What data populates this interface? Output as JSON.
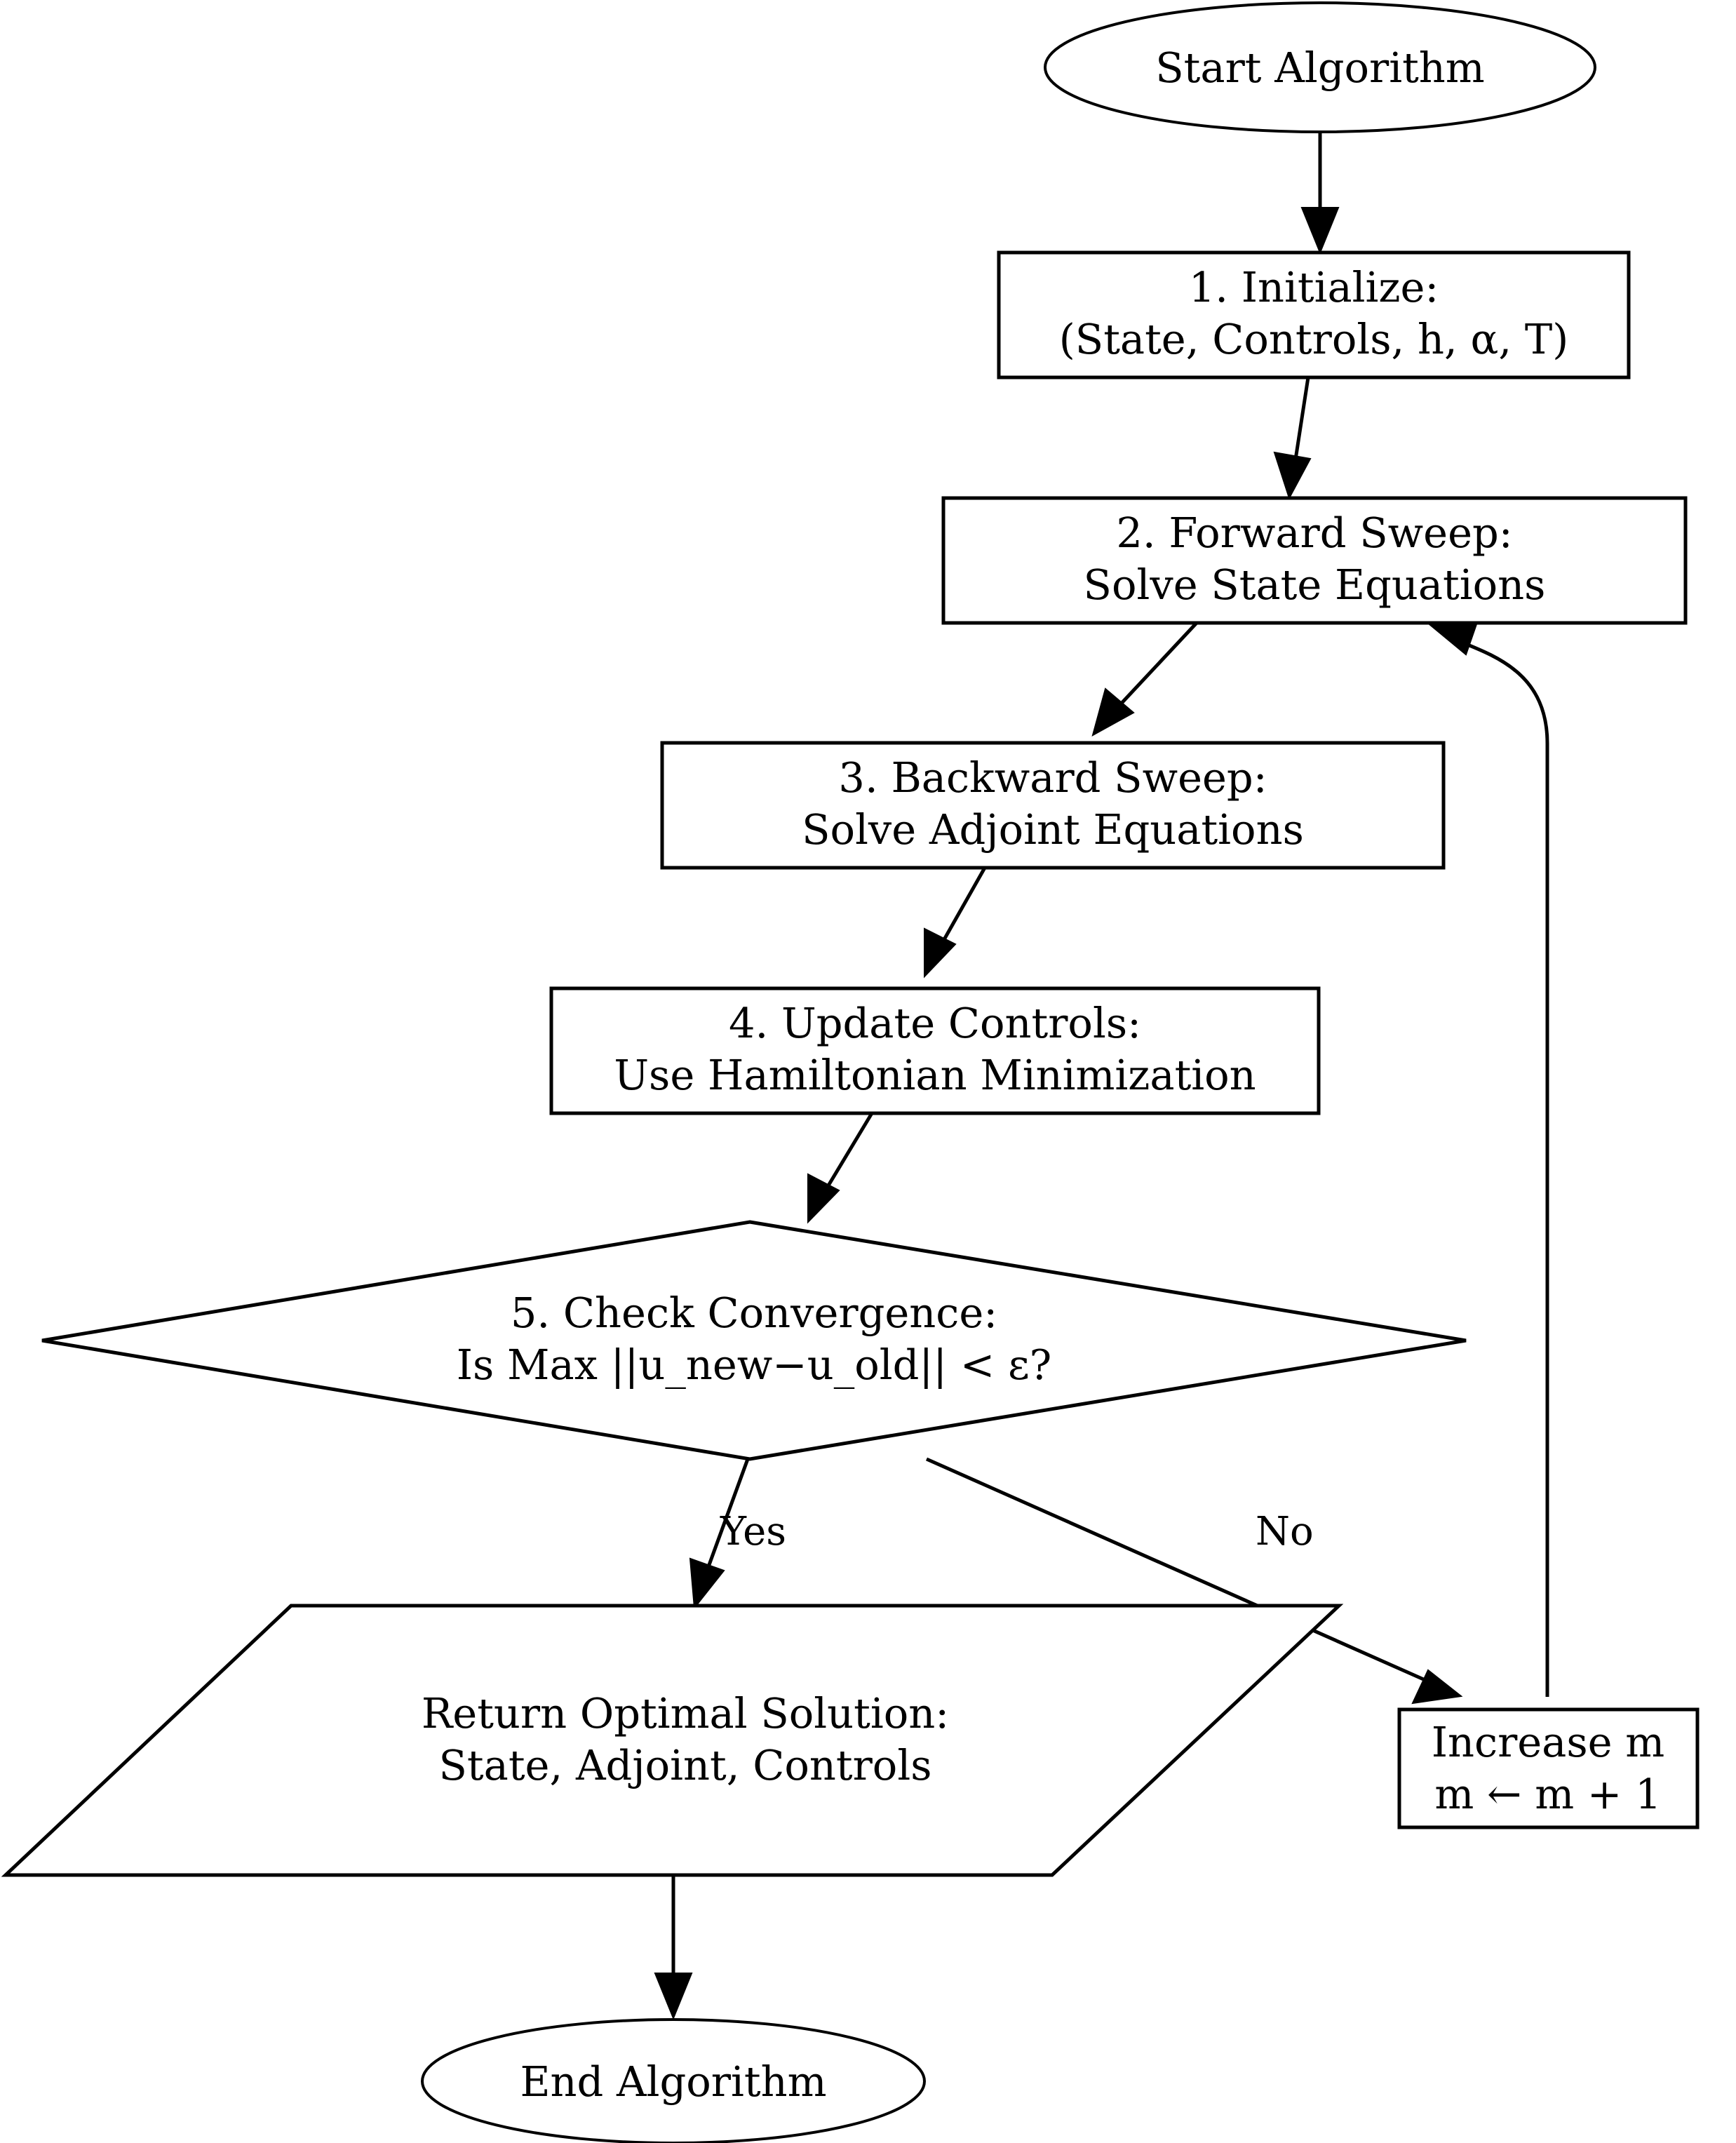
{
  "diagram": {
    "title": "Forward-Backward Sweep Optimal Control Algorithm Flowchart",
    "background_color": "#ffffff",
    "stroke_color": "#000000",
    "nodes": [
      {
        "id": "start",
        "shape": "ellipse",
        "lines": [
          "Start Algorithm"
        ]
      },
      {
        "id": "initialize",
        "shape": "rectangle",
        "lines": [
          "1. Initialize:",
          "(State, Controls, h, α, T)"
        ]
      },
      {
        "id": "forward_sweep",
        "shape": "rectangle",
        "lines": [
          "2. Forward Sweep:",
          "Solve State Equations"
        ]
      },
      {
        "id": "backward_sweep",
        "shape": "rectangle",
        "lines": [
          "3. Backward Sweep:",
          "Solve Adjoint Equations"
        ]
      },
      {
        "id": "update_controls",
        "shape": "rectangle",
        "lines": [
          "4. Update Controls:",
          "Use Hamiltonian Minimization"
        ]
      },
      {
        "id": "check_convergence",
        "shape": "diamond",
        "lines": [
          "5. Check Convergence:",
          "Is Max ||u_new−u_old|| < ε?"
        ]
      },
      {
        "id": "return_solution",
        "shape": "parallelogram",
        "lines": [
          "Return Optimal Solution:",
          "State, Adjoint, Controls"
        ]
      },
      {
        "id": "increase_m",
        "shape": "rectangle",
        "lines": [
          "Increase m",
          "m ← m + 1"
        ]
      },
      {
        "id": "end",
        "shape": "ellipse",
        "lines": [
          "End Algorithm"
        ]
      }
    ],
    "edges": [
      {
        "id": "e1",
        "from": "start",
        "to": "initialize",
        "label": ""
      },
      {
        "id": "e2",
        "from": "initialize",
        "to": "forward_sweep",
        "label": ""
      },
      {
        "id": "e3",
        "from": "forward_sweep",
        "to": "backward_sweep",
        "label": ""
      },
      {
        "id": "e4",
        "from": "backward_sweep",
        "to": "update_controls",
        "label": ""
      },
      {
        "id": "e5",
        "from": "update_controls",
        "to": "check_convergence",
        "label": ""
      },
      {
        "id": "e6",
        "from": "check_convergence",
        "to": "return_solution",
        "label": "Yes"
      },
      {
        "id": "e7",
        "from": "check_convergence",
        "to": "increase_m",
        "label": "No"
      },
      {
        "id": "e8",
        "from": "increase_m",
        "to": "forward_sweep",
        "label": ""
      },
      {
        "id": "e9",
        "from": "return_solution",
        "to": "end",
        "label": ""
      }
    ],
    "labels": {
      "yes": "Yes",
      "no": "No"
    },
    "text": {
      "start_l1": "Start Algorithm",
      "init_l1": "1. Initialize:",
      "init_l2": "(State, Controls, h, α, T)",
      "fwd_l1": "2. Forward Sweep:",
      "fwd_l2": "Solve State Equations",
      "bwd_l1": "3. Backward Sweep:",
      "bwd_l2": "Solve Adjoint Equations",
      "upd_l1": "4. Update Controls:",
      "upd_l2": "Use Hamiltonian Minimization",
      "chk_l1": "5. Check Convergence:",
      "chk_l2": "Is Max ||u_new−u_old|| < ε?",
      "ret_l1": "Return Optimal Solution:",
      "ret_l2": "State, Adjoint, Controls",
      "inc_l1": "Increase m",
      "inc_l2": "m ← m + 1",
      "end_l1": "End Algorithm"
    }
  }
}
